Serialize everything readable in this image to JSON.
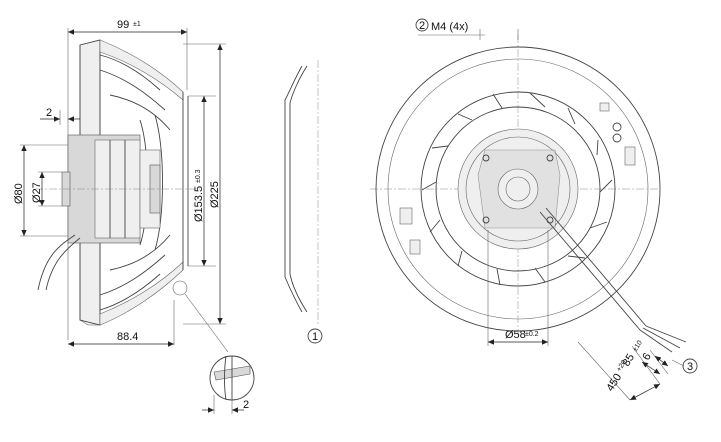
{
  "side_view": {
    "width_label": "99",
    "width_tol": "±1",
    "depth_label": "88.4",
    "offset_label": "2",
    "dia_80": "Ø80",
    "dia_27": "Ø27",
    "dia_153": "Ø153.5",
    "dia_153_tol": "±0.3",
    "dia_225": "Ø225"
  },
  "detail": {
    "gap_label": "2"
  },
  "inlet_ring": {
    "callout": "1"
  },
  "front_view": {
    "thread_callout": "2",
    "thread_label": "M4 (4x)",
    "dia_58": "Ø58",
    "dia_58_tol": "±0.2",
    "cable_callout": "3",
    "strip_6": "6",
    "strip_85": "85",
    "strip_85_tol": "±10",
    "cable_450": "450",
    "cable_450_tol": "+20"
  }
}
